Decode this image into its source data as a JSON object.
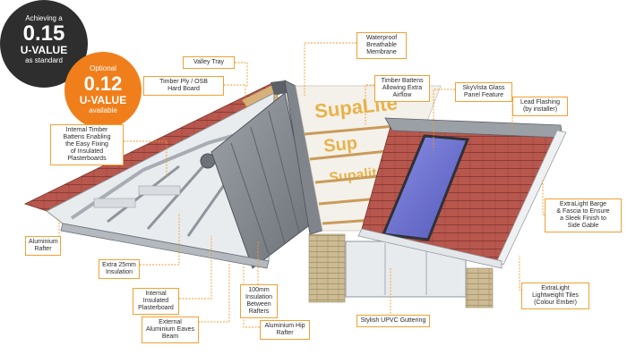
{
  "badges": {
    "primary": {
      "prefix": "Achieving a",
      "value": "0.15",
      "label": "U-VALUE",
      "suffix": "as standard"
    },
    "optional": {
      "prefix": "Optional",
      "value": "0.12",
      "label": "U-VALUE",
      "suffix": "available"
    }
  },
  "callouts": {
    "valley_tray": [
      "Valley Tray"
    ],
    "timber_ply": [
      "Timber Ply / OSB",
      "Hard Board"
    ],
    "waterproof_membrane": [
      "Waterproof",
      "Breathable",
      "Membrane"
    ],
    "timber_battens": [
      "Timber Battens",
      "Allowing Extra",
      "Airflow"
    ],
    "skyvista_glass": [
      "SkyVista Glass",
      "Panel Feature"
    ],
    "lead_flashing": [
      "Lead Flashing",
      "(by installer)"
    ],
    "internal_battens": [
      "Internal Timber",
      "Battens Enabling",
      "the Easy Fixing",
      "of Insulated",
      "Plasterboards"
    ],
    "extralight_barge": [
      "ExtraLight Barge",
      "& Fascia to Ensure",
      "a Sleek Finish to",
      "Side Gable"
    ],
    "aluminium_rafter": [
      "Aluminium",
      "Rafter"
    ],
    "extra_insulation": [
      "Extra 25mm",
      "Insulation"
    ],
    "insulation_rafters": [
      "100mm",
      "Insulation",
      "Between",
      "Rafters"
    ],
    "extralight_tiles": [
      "ExtraLight",
      "Lightweight Tiles",
      "(Colour Ember)"
    ],
    "internal_plasterboard": [
      "Internal",
      "Insulated",
      "Plasterboard"
    ],
    "eaves_beam": [
      "External",
      "Aluminium Eaves",
      "Beam"
    ],
    "hip_rafter": [
      "Aluminium Hip",
      "Rafter"
    ],
    "upvc_guttering": [
      "Stylish UPVC Guttering"
    ]
  },
  "colors": {
    "accent_orange": "#f07f1b",
    "badge_dark": "#2e2e2e",
    "callout_border": "#f2a033",
    "tile_red": "#b8574d",
    "membrane_text": "#e8b24a",
    "glass_blue": "#6a6fd0",
    "frame_grey": "#6d7278",
    "brick_beige": "#cdbb94"
  }
}
